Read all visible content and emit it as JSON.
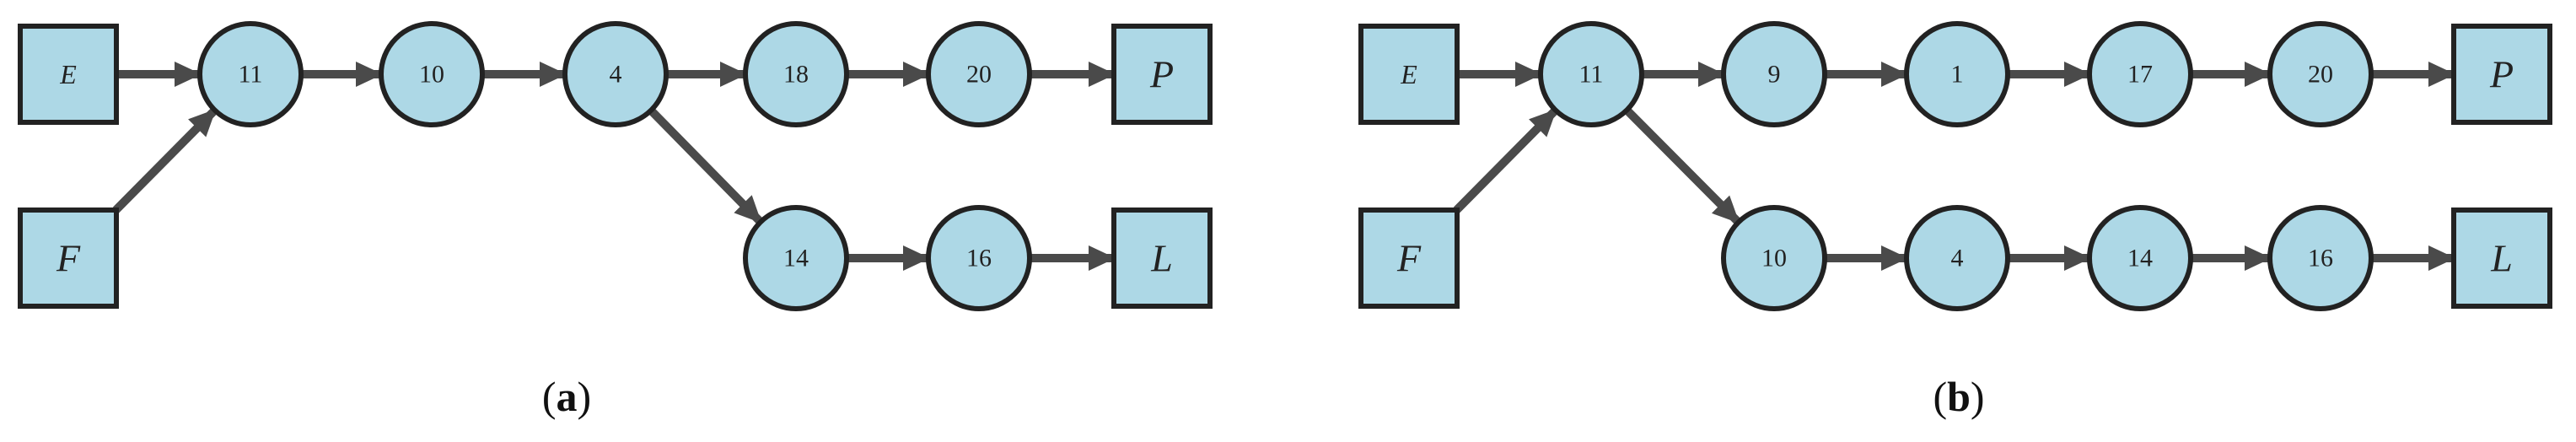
{
  "panels": [
    {
      "id": "a",
      "caption": {
        "open": "(",
        "letter": "a",
        "close": ")"
      },
      "nodes": [
        {
          "id": "E",
          "label": "E"
        },
        {
          "id": "F",
          "label": "F"
        },
        {
          "id": "n11",
          "label": "11"
        },
        {
          "id": "n10",
          "label": "10"
        },
        {
          "id": "n4",
          "label": "4"
        },
        {
          "id": "n18",
          "label": "18"
        },
        {
          "id": "n20",
          "label": "20"
        },
        {
          "id": "P",
          "label": "P"
        },
        {
          "id": "n14",
          "label": "14"
        },
        {
          "id": "n16",
          "label": "16"
        },
        {
          "id": "L",
          "label": "L"
        }
      ],
      "edges": [
        [
          "E",
          "n11"
        ],
        [
          "F",
          "n11"
        ],
        [
          "n11",
          "n10"
        ],
        [
          "n10",
          "n4"
        ],
        [
          "n4",
          "n18"
        ],
        [
          "n18",
          "n20"
        ],
        [
          "n20",
          "P"
        ],
        [
          "n4",
          "n14"
        ],
        [
          "n14",
          "n16"
        ],
        [
          "n16",
          "L"
        ]
      ]
    },
    {
      "id": "b",
      "caption": {
        "open": "(",
        "letter": "b",
        "close": ")"
      },
      "nodes": [
        {
          "id": "E",
          "label": "E"
        },
        {
          "id": "F",
          "label": "F"
        },
        {
          "id": "n11",
          "label": "11"
        },
        {
          "id": "n9",
          "label": "9"
        },
        {
          "id": "n1",
          "label": "1"
        },
        {
          "id": "n17",
          "label": "17"
        },
        {
          "id": "n20",
          "label": "20"
        },
        {
          "id": "P",
          "label": "P"
        },
        {
          "id": "n10",
          "label": "10"
        },
        {
          "id": "n4",
          "label": "4"
        },
        {
          "id": "n14",
          "label": "14"
        },
        {
          "id": "n16",
          "label": "16"
        },
        {
          "id": "L",
          "label": "L"
        }
      ],
      "edges": [
        [
          "E",
          "n11"
        ],
        [
          "F",
          "n11"
        ],
        [
          "n11",
          "n9"
        ],
        [
          "n9",
          "n1"
        ],
        [
          "n1",
          "n17"
        ],
        [
          "n17",
          "n20"
        ],
        [
          "n20",
          "P"
        ],
        [
          "n11",
          "n10"
        ],
        [
          "n10",
          "n4"
        ],
        [
          "n4",
          "n14"
        ],
        [
          "n14",
          "n16"
        ],
        [
          "n16",
          "L"
        ]
      ]
    }
  ]
}
